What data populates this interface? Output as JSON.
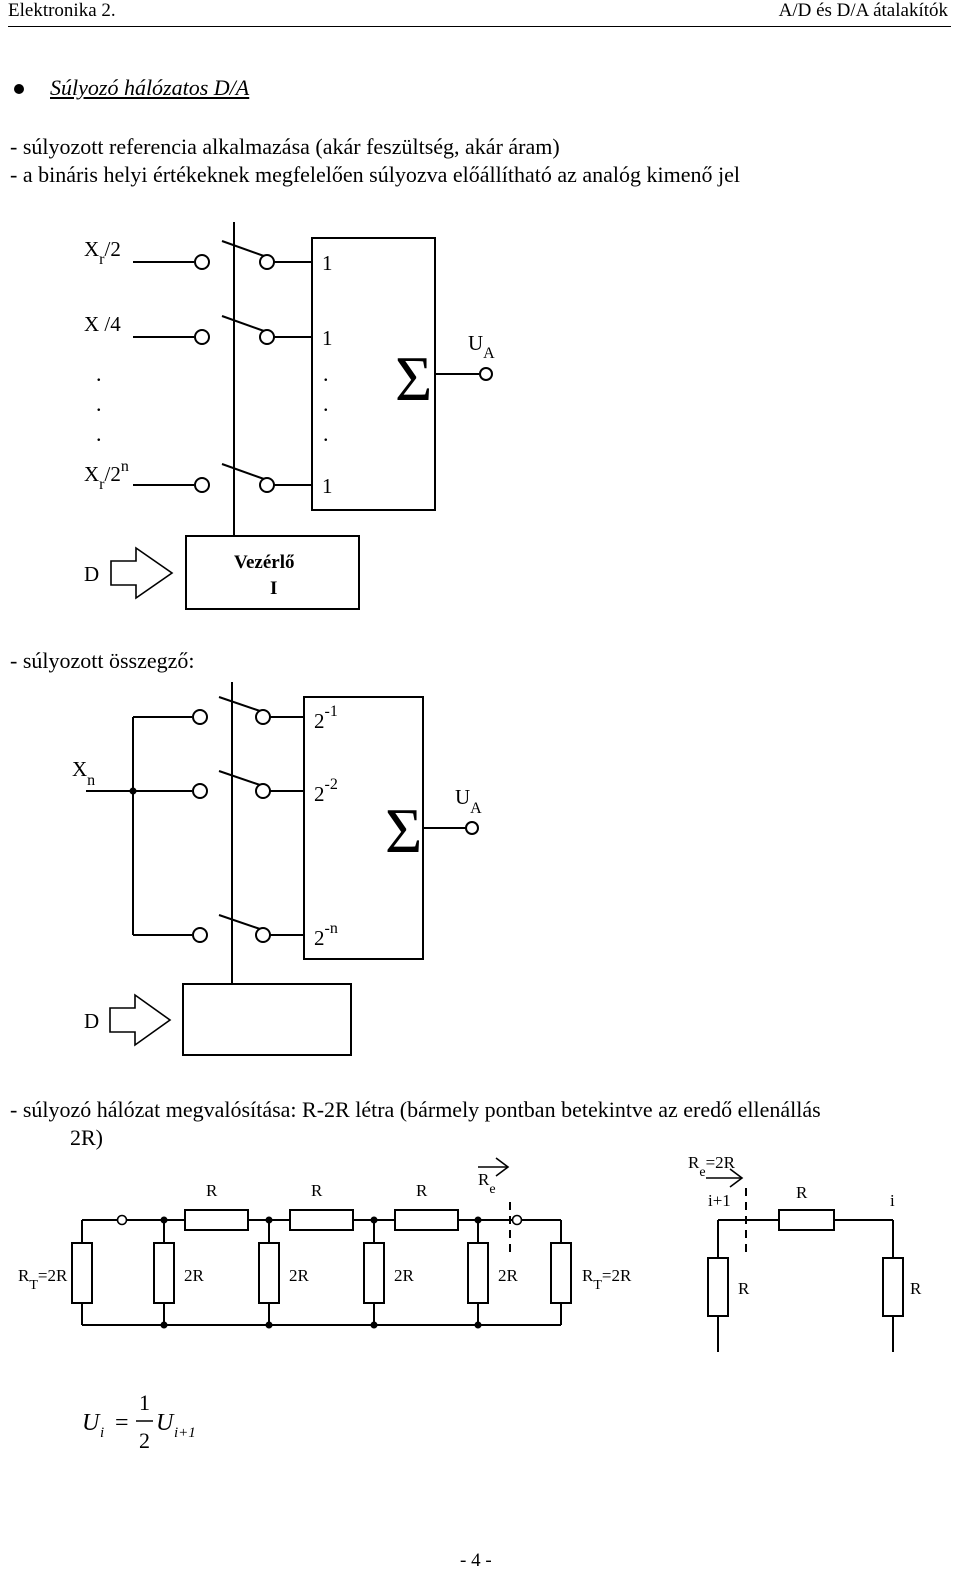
{
  "header": {
    "left": "Elektronika 2.",
    "right": "A/D és D/A átalakítók"
  },
  "section": {
    "title": "Súlyozó hálózatos D/A",
    "line1": "- súlyozott referencia alkalmazása (akár feszültség, akár áram)",
    "line2": "- a bináris helyi értékeknek megfelelően súlyozva előállítható az analóg kimenő jel"
  },
  "diagram1": {
    "inputs": [
      "X",
      "X /4",
      "X"
    ],
    "input_sub": [
      "r",
      "",
      "r"
    ],
    "input_suffix": [
      "/2",
      "",
      "/2"
    ],
    "input_sup": [
      "",
      "",
      "n"
    ],
    "box_labels": [
      "1",
      "1",
      "1"
    ],
    "dots": ".",
    "sigma": "Σ",
    "output": "U",
    "output_sub": "A",
    "control_input": "D",
    "control_box_line1": "Vezérlő",
    "control_box_line2": "I"
  },
  "summer_text": "- súlyozott összegző:",
  "diagram2": {
    "input": "X",
    "input_sub": "n",
    "box_base": "2",
    "box_exps": [
      "-1",
      "-2",
      "-n"
    ],
    "sigma": "Σ",
    "output": "U",
    "output_sub": "A",
    "control_input": "D"
  },
  "ladder_text": {
    "line1": "- súlyozó hálózat megvalósítása: R-2R létra (bármely pontban betekintve az eredő ellenállás",
    "line2": "2R)"
  },
  "diagram3": {
    "series_labels": [
      "R",
      "R",
      "R"
    ],
    "shunt_labels": [
      "2R",
      "2R",
      "2R",
      "2R"
    ],
    "term_left": "R",
    "term_left_sub": "T",
    "term_left_val": "=2R",
    "term_right": "R",
    "term_right_sub": "T",
    "term_right_val": "=2R",
    "re": "R",
    "re_sub": "e"
  },
  "diagram4": {
    "re": "R",
    "re_sub": "e",
    "re_val": "=2R",
    "node_left": "i+1",
    "node_right": "i",
    "series": "R",
    "shunt_left": "R",
    "shunt_right": "R"
  },
  "formula": {
    "lhs": "U",
    "lhs_sub": "i",
    "eq": "=",
    "num": "1",
    "den": "2",
    "rhs": "U",
    "rhs_sub": "i+1"
  },
  "footer": {
    "page": "- 4 -"
  }
}
